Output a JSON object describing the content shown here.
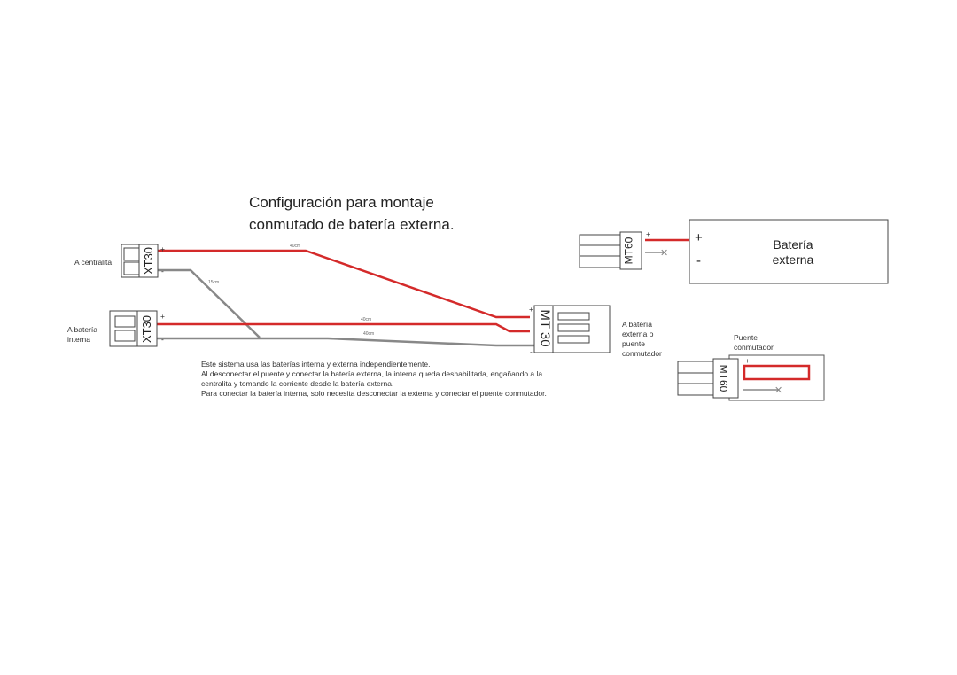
{
  "title": {
    "line1": "Configuración para montaje",
    "line2": "conmutado de batería externa."
  },
  "labels": {
    "centralita": "A centralita",
    "bateria_interna": [
      "A batería",
      "interna"
    ],
    "bateria_externa_o_puente": [
      "A batería",
      "externa o",
      "puente",
      "conmutador"
    ],
    "puente_conmutador": [
      "Puente",
      "conmutador"
    ],
    "bateria_externa": [
      "Batería",
      "externa"
    ]
  },
  "connectors": {
    "xt30_top": "XT30",
    "xt30_bottom": "XT30",
    "mt30": "MT 30",
    "mt60_top": "MT60",
    "mt60_bridge": "MT60"
  },
  "wire_lengths": [
    "40cm",
    "15cm",
    "40cm",
    "40cm"
  ],
  "polarity": {
    "plus": "+",
    "minus": "-"
  },
  "description": [
    "Este sistema usa las baterías interna y externa independientemente.",
    "Al desconectar el puente y conectar la batería externa, la interna queda deshabilitada, engañando a la",
    "centralita y tomando la corriente desde la batería externa.",
    "Para conectar la batería interna, solo necesita desconectar la externa y conectar el puente conmutador."
  ],
  "colors": {
    "positive_wire": "#d42a2a",
    "negative_wire": "#888888"
  }
}
